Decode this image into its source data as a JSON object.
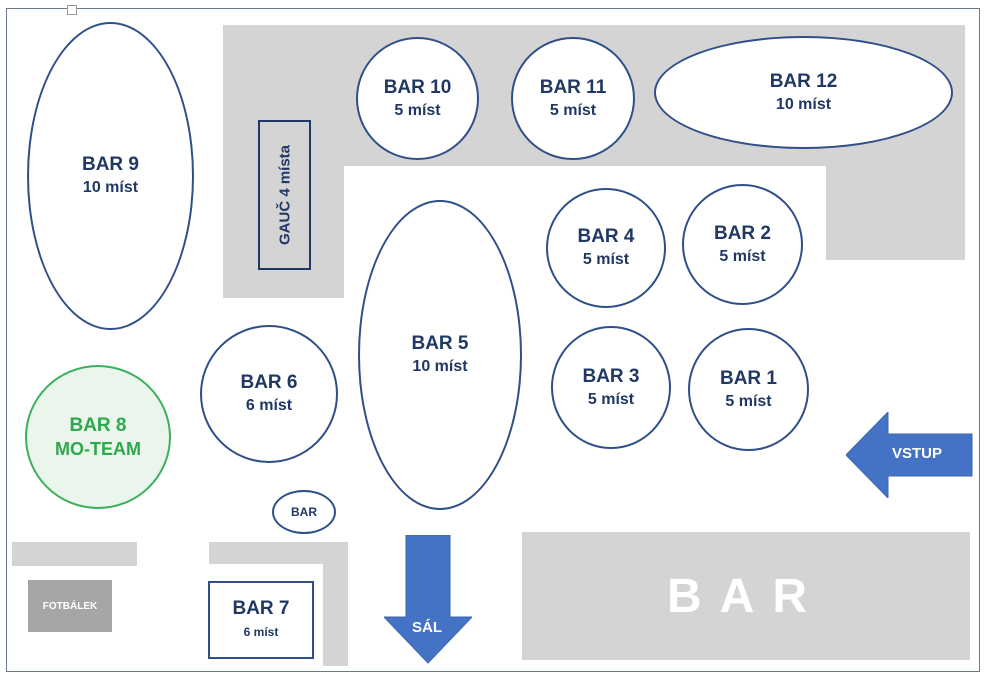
{
  "tables": {
    "bar9": {
      "name": "BAR 9",
      "seats": "10 míst"
    },
    "bar10": {
      "name": "BAR 10",
      "seats": "5 míst"
    },
    "bar11": {
      "name": "BAR 11",
      "seats": "5 míst"
    },
    "bar12": {
      "name": "BAR 12",
      "seats": "10 míst"
    },
    "bar4": {
      "name": "BAR 4",
      "seats": "5 míst"
    },
    "bar2": {
      "name": "BAR 2",
      "seats": "5 míst"
    },
    "bar5": {
      "name": "BAR 5",
      "seats": "10 míst"
    },
    "bar6": {
      "name": "BAR 6",
      "seats": "6 míst"
    },
    "bar3": {
      "name": "BAR 3",
      "seats": "5 míst"
    },
    "bar1": {
      "name": "BAR 1",
      "seats": "5 míst"
    },
    "bar8": {
      "name": "BAR 8",
      "seats": "MO-TEAM"
    },
    "bar7": {
      "name": "BAR 7",
      "seats": "6 míst"
    }
  },
  "labels": {
    "sofa": "GAUČ 4 místa",
    "small_bar": "BAR",
    "main_bar": "BAR",
    "foosball": "FOTBÁLEK",
    "entrance": "VSTUP",
    "hall": "SÁL"
  },
  "colors": {
    "table_border": "#2f4f8a",
    "text": "#1f3864",
    "mo_team": "#2ea84c",
    "gray_area": "#d4d4d4",
    "arrow": "#4472c4"
  }
}
